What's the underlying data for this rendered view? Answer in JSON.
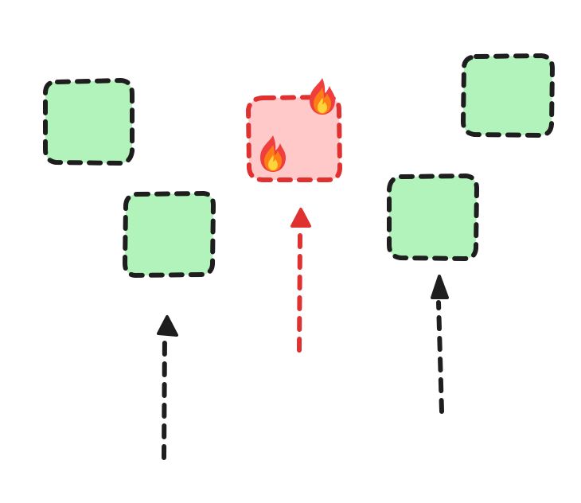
{
  "colors": {
    "background": "#ffffff",
    "ok_fill": "#b2f2bb",
    "ok_stroke": "#1e1e1e",
    "alert_fill": "#ffc9c9",
    "alert_stroke": "#e03131",
    "arrow_default": "#1e1e1e",
    "arrow_alert": "#e03131",
    "flame_outer": "#f03e3e",
    "flame_mid": "#fd7e14",
    "flame_inner": "#ffd43b"
  },
  "nodes": [
    {
      "id": "node-top-left",
      "status": "ok"
    },
    {
      "id": "node-bottom-left",
      "status": "ok"
    },
    {
      "id": "node-center",
      "status": "on-fire",
      "icons": [
        "fire-icon",
        "fire-icon"
      ]
    },
    {
      "id": "node-bottom-right",
      "status": "ok"
    },
    {
      "id": "node-top-right",
      "status": "ok"
    }
  ],
  "arrows": [
    {
      "id": "arrow-left",
      "status": "default"
    },
    {
      "id": "arrow-center",
      "status": "alert"
    },
    {
      "id": "arrow-right",
      "status": "default"
    }
  ]
}
